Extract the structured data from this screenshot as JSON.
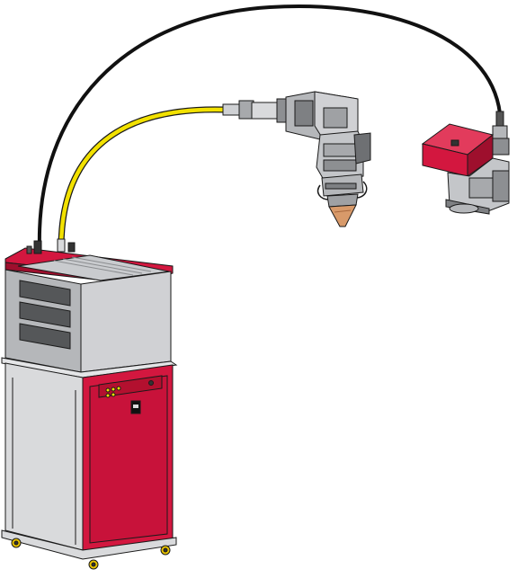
{
  "figure": {
    "alt": "",
    "colors": {
      "red": "#d3173f",
      "red_dark": "#9e0f2d",
      "gray_light": "#d9dadc",
      "gray_mid": "#b5b7ba",
      "gray_dark": "#555759",
      "yellow_cable": "#f2e100",
      "black_cable": "#111111",
      "copper": "#d89a6a",
      "outline": "#1a1a1a"
    },
    "components": [
      {
        "id": "laser-unit",
        "icon": "laser-source-cabinet-icon"
      },
      {
        "id": "fiber-cable",
        "icon": "yellow-fiber-cable-icon"
      },
      {
        "id": "control-cable",
        "icon": "black-control-cable-icon"
      },
      {
        "id": "cutting-head",
        "icon": "laser-cutting-head-icon"
      },
      {
        "id": "scanner-unit",
        "icon": "red-scanner-head-icon"
      }
    ]
  }
}
